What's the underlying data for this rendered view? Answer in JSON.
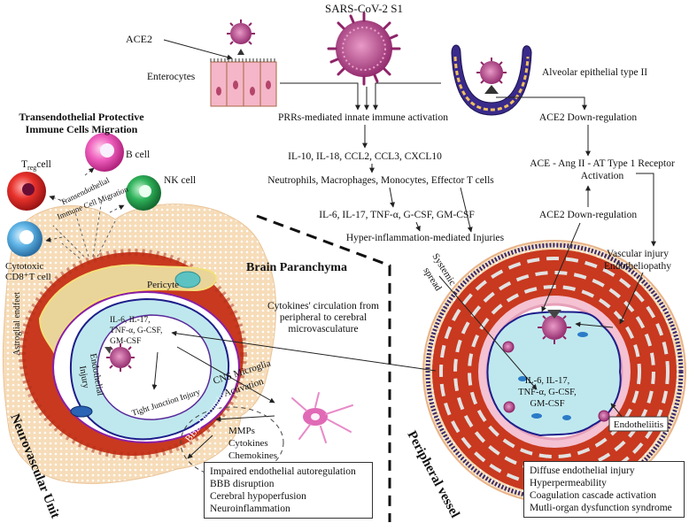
{
  "title": "SARS-CoV-2 S1",
  "gut": {
    "receptor": "ACE2",
    "cell": "Enterocytes"
  },
  "lung": {
    "cell": "Alveolar epithelial type II"
  },
  "center_flow": {
    "step1": "PRRs-mediated innate immune activation",
    "step2": "IL-10, IL-18, CCL2, CCL3, CXCL10",
    "step3": "Neutrophils, Macrophages, Monocytes, Effector T cells",
    "step4": "IL-6, IL-17, TNF-α, G-CSF, GM-CSF",
    "step5": "Hyper-inflammation-mediated Injuries",
    "systemic": [
      "Systemic",
      "spread"
    ]
  },
  "right_flow": {
    "down1": "ACE2 Down-regulation",
    "axis": [
      "ACE - Ang II - AT Type 1 Receptor",
      "Activation"
    ],
    "down2": "ACE2 Down-regulation",
    "vascular": [
      "Vascular injury",
      "Endotheliopathy"
    ]
  },
  "migration": {
    "heading": [
      "Transendothelial Protective",
      "Immune Cells Migration"
    ],
    "treg": {
      "main": "T",
      "sub": "reg",
      "suffix": "cell"
    },
    "bcell": "B cell",
    "nkcell": "NK cell",
    "cytotoxic": [
      "Cytotoxic",
      "CD8⁺T cell"
    ],
    "curved_label": [
      "Transendothelial",
      "Immune Cell Migration"
    ]
  },
  "nvu": {
    "pericyte": "Pericyte",
    "astro": "Astroglial endfeet",
    "cytokines": [
      "IL-6, IL-17,",
      "TNF-α, G-CSF,",
      "GM-CSF"
    ],
    "endo": [
      "Endothelial",
      "Injury"
    ],
    "tight": "Tight Junction Injury",
    "bbb": "BBB Disruption",
    "label": "Neurovascular Unit"
  },
  "brain": {
    "label": "Brain Paranchyma",
    "circulation": [
      "Cytokines' circulation from",
      "peripheral to cerebral",
      "microvasculature"
    ],
    "microglia": [
      "CNS Microglia",
      "Activation"
    ],
    "mediators": [
      "MMPs",
      "Cytokines",
      "Chemokines"
    ]
  },
  "vessel": {
    "cytokines": [
      "IL-6, IL-17,",
      "TNF-α, G-CSF,",
      "GM-CSF"
    ],
    "endotheliitis": "Endotheliitis",
    "label": "Peripheral vessel"
  },
  "box_cns": [
    "Impaired endothelial autoregulation",
    "BBB disruption",
    "Cerebral hypoperfusion",
    "Neuroinflammation"
  ],
  "box_peripheral": [
    "Diffuse endothelial injury",
    "Hyperpermeability",
    "Coagulation cascade activation",
    "Mutli-organ dysfunction syndrome"
  ],
  "colors": {
    "virus": "#a0337a",
    "vessel_wall": "#c8391f",
    "lumen": "#bfe8ee",
    "pericyte": "#e9d49a",
    "astro": "#f6dcb8"
  }
}
